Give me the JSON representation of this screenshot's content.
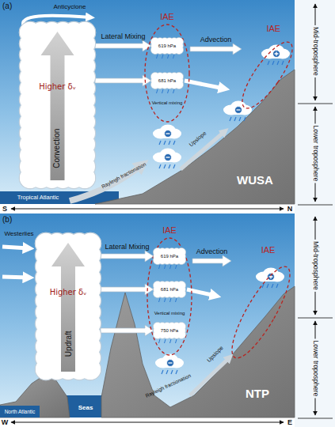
{
  "diagram": {
    "nodes": [
      {
        "text": [
          "Higher δᵥ",
          "Convection"
        ]
      },
      {
        "text": [
          "IAE"
        ]
      },
      {
        "text": [
          "619 hPa"
        ],
        "in": 1
      },
      {
        "text": [
          "681 hPa"
        ],
        "in": 1
      },
      {
        "text": [
          "IAE"
        ]
      },
      {
        "text": [
          "Higher δᵥ",
          "Updraft"
        ]
      },
      {
        "text": [
          "IAE"
        ]
      },
      {
        "text": [
          "619 hPa"
        ],
        "in": 6
      },
      {
        "text": [
          "681 hPa"
        ],
        "in": 6
      },
      {
        "text": [
          "750 hPa"
        ],
        "in": 6
      },
      {
        "text": [
          "IAE"
        ]
      }
    ],
    "edges": [
      {
        "from": 0,
        "to": 2,
        "label": "Lateral Mixing",
        "arrow": "to"
      },
      {
        "from": 0,
        "to": 3,
        "arrow": "to"
      },
      {
        "from": 1,
        "to": 4,
        "label": "Advection",
        "arrow": "to"
      },
      {
        "from": 5,
        "to": 7,
        "label": "Lateral Mixing",
        "arrow": "to"
      },
      {
        "from": 5,
        "to": 8,
        "arrow": "to"
      },
      {
        "from": 5,
        "to": 9,
        "arrow": "to"
      },
      {
        "from": 6,
        "to": 10,
        "label": "Advection",
        "arrow": "to"
      }
    ],
    "labels": [
      "(a)",
      "Anticyclone",
      "Vertical mixing",
      "Rayleigh fractionation",
      "Upslope",
      "WUSA",
      "Tropical Atlantic",
      "S",
      "N",
      "Mid-troposphere",
      "Lower troposphere",
      "(b)",
      "Westerlies",
      "Vertical mixing",
      "Rayleigh fractionation",
      "Upslope",
      "NTP",
      "North Atlantic",
      "Seas",
      "W",
      "E",
      "Mid-troposphere",
      "Lower troposphere"
    ]
  }
}
